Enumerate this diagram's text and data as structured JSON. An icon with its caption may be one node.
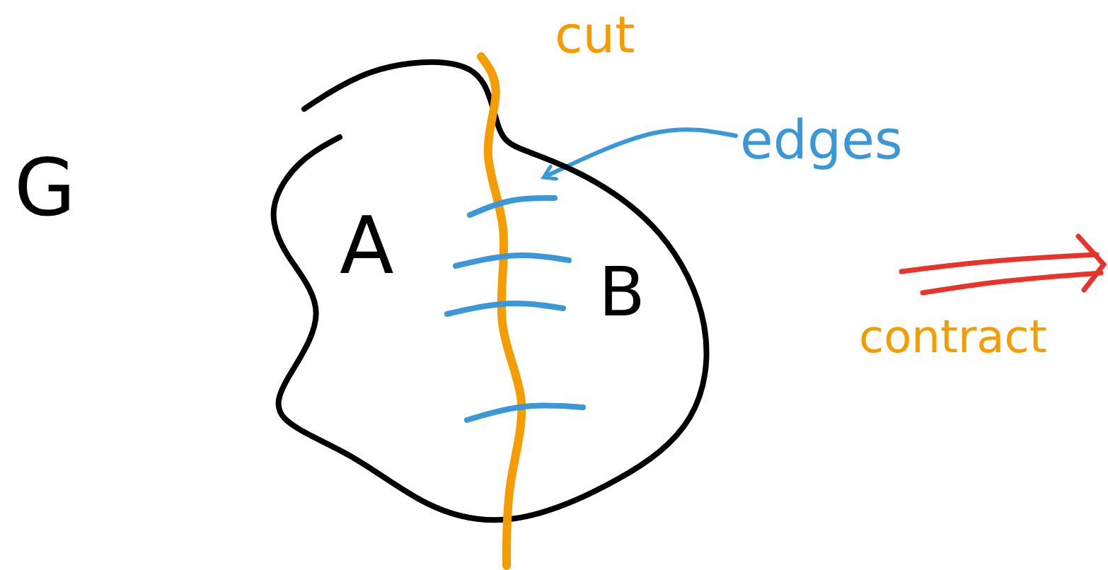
{
  "diagram": {
    "nodes": [
      {
        "text": [
          "A",
          "B"
        ]
      },
      {
        "text": [
          "edges"
        ]
      }
    ],
    "edges": [
      {
        "from": 1,
        "to": 0,
        "arrow": "to",
        "color": "#3a97d8"
      }
    ],
    "labels": [
      "G",
      "cut",
      "contract"
    ]
  }
}
